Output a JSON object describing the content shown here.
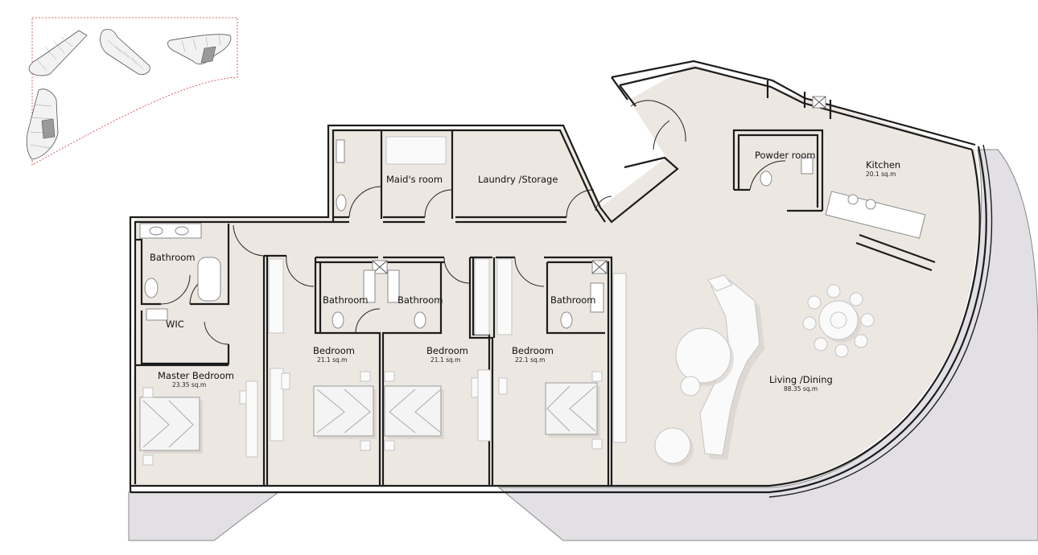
{
  "rooms": {
    "maids_room": {
      "label": "Maid's room"
    },
    "laundry": {
      "label": "Laundry /Storage"
    },
    "powder_room": {
      "label": "Powder room"
    },
    "kitchen": {
      "label": "Kitchen",
      "area": "20.1 sq.m"
    },
    "master_bath": {
      "label": "Bathroom"
    },
    "wic": {
      "label": "WIC"
    },
    "master_bedroom": {
      "label": "Master Bedroom",
      "area": "23.35 sq.m"
    },
    "bath_1": {
      "label": "Bathroom"
    },
    "bath_2": {
      "label": "Bathroom"
    },
    "bath_3": {
      "label": "Bathroom"
    },
    "bedroom_1": {
      "label": "Bedroom",
      "area": "21.1 sq.m"
    },
    "bedroom_2": {
      "label": "Bedroom",
      "area": "21.1 sq.m"
    },
    "bedroom_3": {
      "label": "Bedroom",
      "area": "22.1 sq.m"
    },
    "living": {
      "label": "Living /Dining",
      "area": "88.35  sq.m"
    }
  },
  "colors": {
    "floor": "#ede7e1",
    "terrace": "#e2e0e4",
    "wall": "#1c1c1c",
    "key_plan_boundary": "#cc3b3b",
    "key_plan_highlight": "#9a9a9a"
  }
}
